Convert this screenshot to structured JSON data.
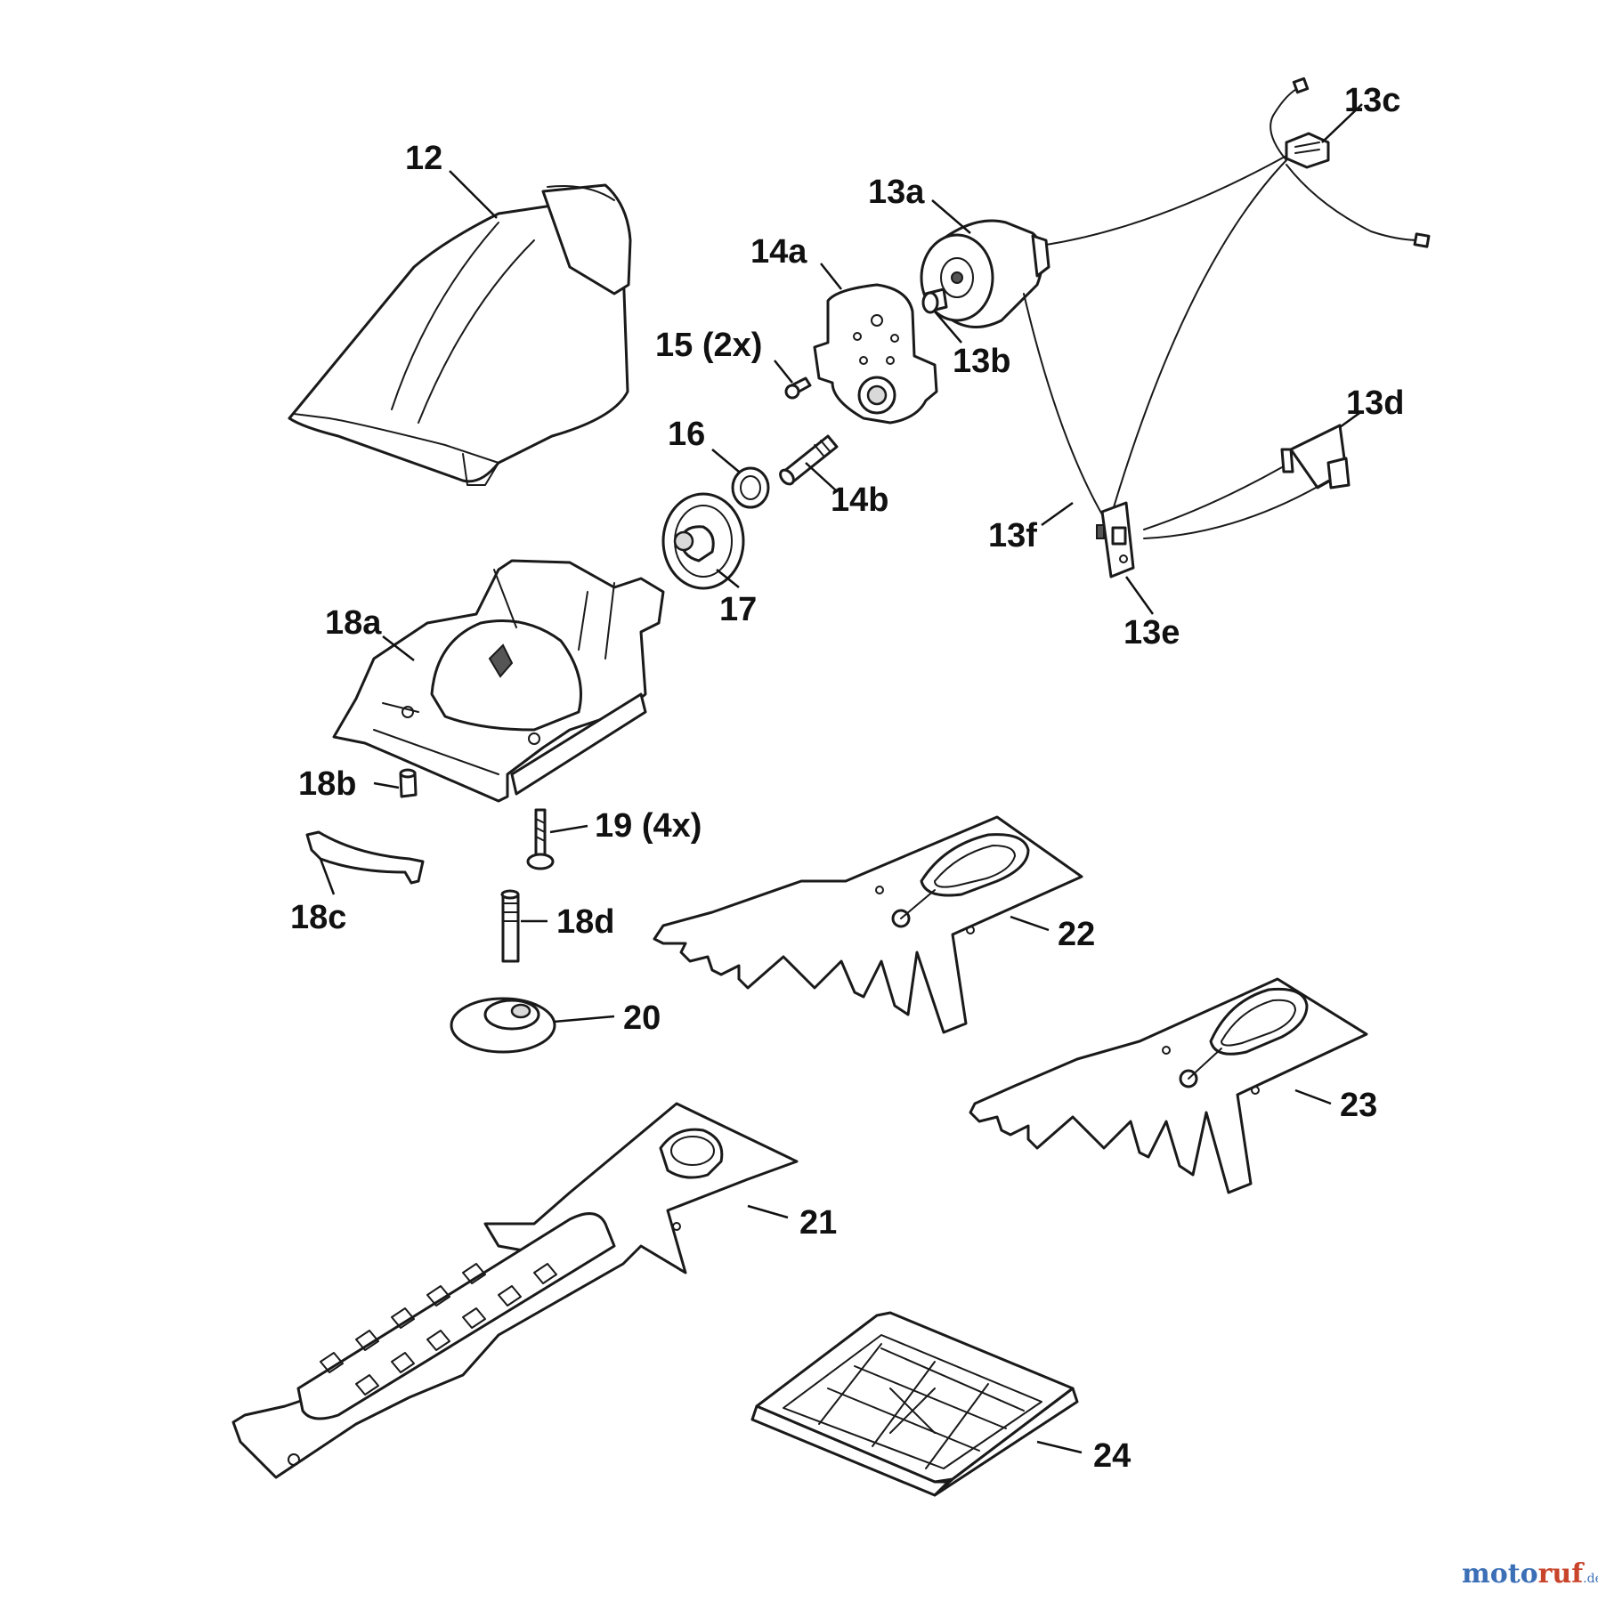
{
  "labels": {
    "p12": "12",
    "p13a": "13a",
    "p13b": "13b",
    "p13c": "13c",
    "p13d": "13d",
    "p13e": "13e",
    "p13f": "13f",
    "p14a": "14a",
    "p14b": "14b",
    "p15": "15 (2x)",
    "p16": "16",
    "p17": "17",
    "p18a": "18a",
    "p18b": "18b",
    "p18c": "18c",
    "p18d": "18d",
    "p19": "19 (4x)",
    "p20": "20",
    "p21": "21",
    "p22": "22",
    "p23": "23",
    "p24": "24"
  },
  "watermark": {
    "part1": "moto",
    "part2": "ruf",
    "suffix": ".de"
  },
  "colors": {
    "line": "#1a1a1a",
    "watermark_blue": "#3b6fb6",
    "watermark_red": "#c8442b"
  }
}
